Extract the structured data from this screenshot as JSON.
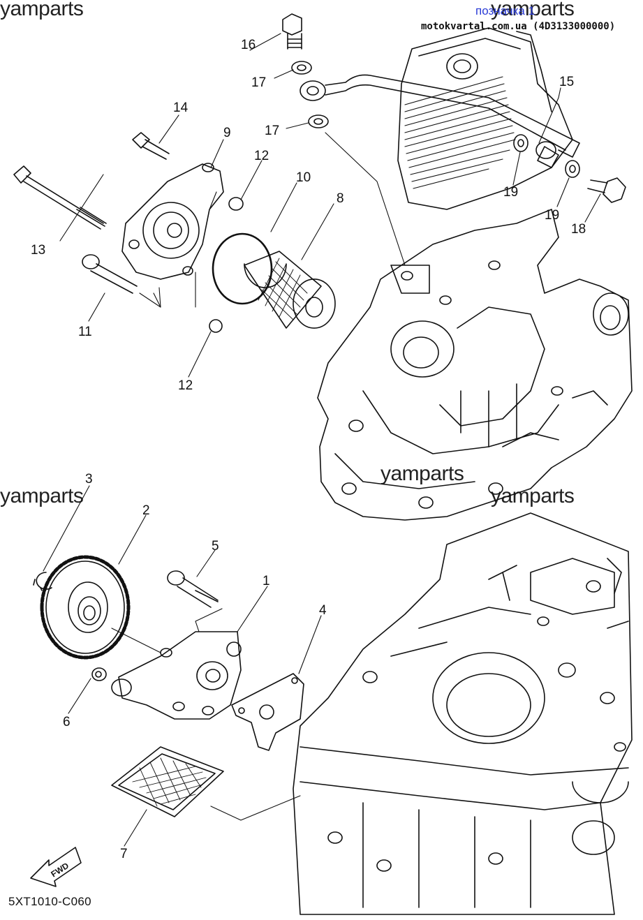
{
  "watermarks": [
    "yamparts",
    "yamparts",
    "yamparts",
    "yamparts",
    "yamparts"
  ],
  "header": {
    "link_text": "позначка 1",
    "source_text": "motokvartal.com.ua (4D3133000000)"
  },
  "diagram_code": "5XT1010-C060",
  "fwd_label": "FWD",
  "callouts": [
    "1",
    "2",
    "3",
    "4",
    "5",
    "6",
    "7",
    "8",
    "9",
    "10",
    "11",
    "12",
    "12",
    "13",
    "14",
    "15",
    "16",
    "17",
    "17",
    "18",
    "19",
    "19"
  ],
  "colors": {
    "link": "#2a3bd6",
    "line": "#111111",
    "background": "#ffffff"
  }
}
